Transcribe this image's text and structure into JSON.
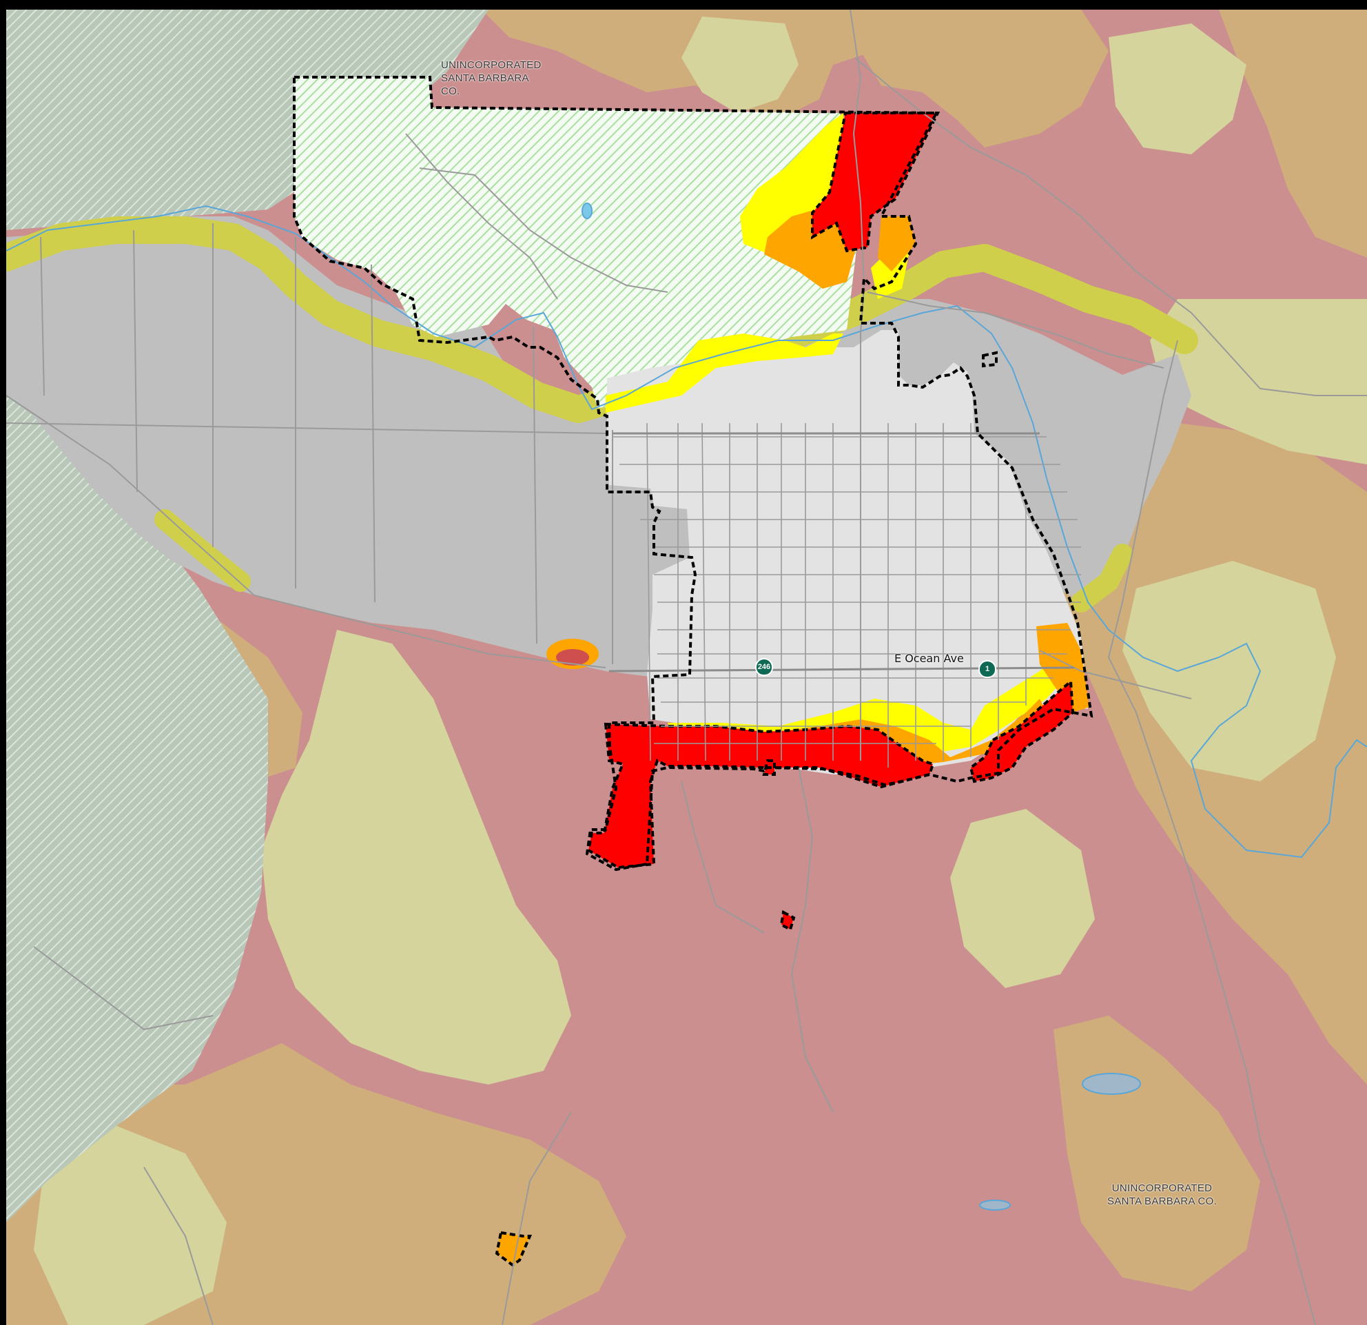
{
  "labels": {
    "north": [
      "UNINCORPORATED",
      "SANTA BARBARA",
      "CO."
    ],
    "southeast": [
      "UNINCORPORATED",
      "SANTA BARBARA CO."
    ]
  },
  "streets": {
    "ocean_ave": "E Ocean Ave"
  },
  "highways": {
    "route_246": "246",
    "route_1": "1"
  },
  "colors": {
    "very_high_hazard": "#cc8f8f",
    "high_hazard": "#cfae7c",
    "moderate_hazard": "#d4d49c",
    "valley_agriculture": "#bfbfbf",
    "city_area": "#e3e3e3",
    "buffer_yellow_green": "#cfcf4c",
    "fhsz_very_high_red": "#ff0000",
    "fhsz_high_orange": "#ffa500",
    "fhsz_moderate_yellow": "#ffff00",
    "federal_land_hatch": "#8fbf8f",
    "sphere_hatch": "#9fd89f",
    "water": "#59a6d9",
    "boundary": "#000000"
  }
}
